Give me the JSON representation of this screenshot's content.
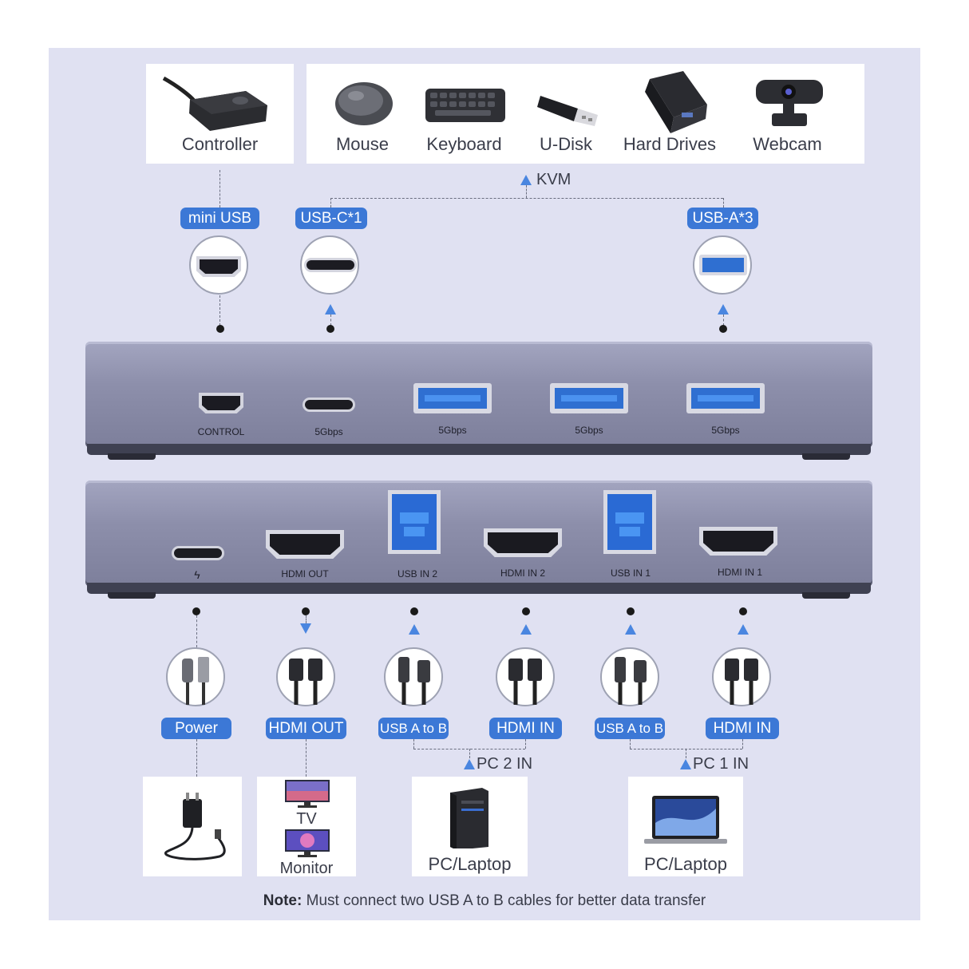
{
  "top_peripherals": {
    "controller": "Controller",
    "mouse": "Mouse",
    "keyboard": "Keyboard",
    "udisk": "U-Disk",
    "hard_drives": "Hard Drives",
    "webcam": "Webcam"
  },
  "kvm_label": "KVM",
  "top_pills": {
    "mini_usb": "mini USB",
    "usb_c": "USB-C*1",
    "usb_a": "USB-A*3"
  },
  "front_ports": {
    "control": "CONTROL",
    "usbc_speed": "5Gbps",
    "usba1_speed": "5Gbps",
    "usba2_speed": "5Gbps",
    "usba3_speed": "5Gbps"
  },
  "rear_ports": {
    "power_symbol": "ϟ",
    "hdmi_out": "HDMI OUT",
    "usb_in2": "USB IN 2",
    "hdmi_in2": "HDMI IN 2",
    "usb_in1": "USB IN 1",
    "hdmi_in1": "HDMI IN 1"
  },
  "bottom_pills": {
    "power": "Power",
    "hdmi_out": "HDMI OUT",
    "usb_a_to_b_2": "USB A to B",
    "hdmi_in_2": "HDMI IN",
    "usb_a_to_b_1": "USB A to B",
    "hdmi_in_1": "HDMI IN"
  },
  "group_labels": {
    "pc2": "PC 2 IN",
    "pc1": "PC 1 IN"
  },
  "bottom_devices": {
    "tv": "TV",
    "monitor": "Monitor",
    "pc2": "PC/Laptop",
    "pc1": "PC/Laptop"
  },
  "note": {
    "prefix": "Note:",
    "text": " Must connect two USB A to B cables for better data transfer"
  },
  "colors": {
    "panel_bg": "#e0e1f2",
    "pill_blue": "#3c78d6",
    "arrow_blue": "#4a86e0",
    "device_grey": "#8d8fab"
  }
}
